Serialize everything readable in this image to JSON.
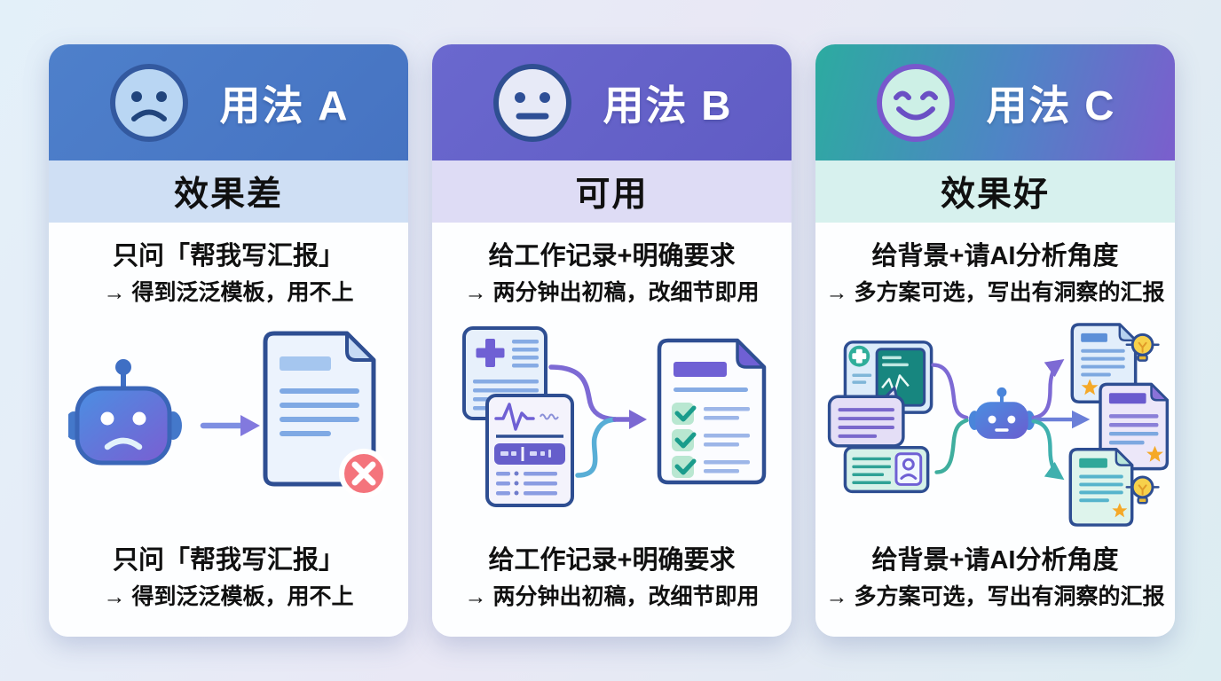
{
  "page": {
    "background_gradient": [
      "#e3f0f9",
      "#e9e8f5",
      "#dcedf2"
    ]
  },
  "cards": [
    {
      "id": "A",
      "title": "用法 A",
      "mood_icon": "sad-face-icon",
      "header_colors": [
        "#4e80cb",
        "#4673c2"
      ],
      "subtitle": "效果差",
      "subtitle_bg": "#cfdff4",
      "top_line1": "只问「帮我写汇报」",
      "top_line2": "→ 得到泛泛模板，用不上",
      "bottom_line1": "只问「帮我写汇报」",
      "bottom_line2": "→ 得到泛泛模板，用不上",
      "illustration_icons": [
        "sad-robot-icon",
        "arrow-right-icon",
        "report-document-icon",
        "error-x-icon"
      ],
      "accent_colors": {
        "error_badge": "#f4747c",
        "robot_gradient": [
          "#4b8fe2",
          "#7a5ed2"
        ]
      }
    },
    {
      "id": "B",
      "title": "用法 B",
      "mood_icon": "neutral-face-icon",
      "header_colors": [
        "#6a68ce",
        "#605cc4"
      ],
      "subtitle": "可用",
      "subtitle_bg": "#dedcf5",
      "top_line1": "给工作记录+明确要求",
      "top_line2": "→ 两分钟出初稿，改细节即用",
      "bottom_line1": "给工作记录+明确要求",
      "bottom_line2": "→ 两分钟出初稿，改细节即用",
      "illustration_icons": [
        "work-record-icon",
        "vitals-record-icon",
        "merge-arrow-icon",
        "checklist-document-icon"
      ],
      "accent_colors": {
        "check_green": "#1a9c8c",
        "table_purple": "#665ecb"
      }
    },
    {
      "id": "C",
      "title": "用法 C",
      "mood_icon": "happy-face-icon",
      "header_colors": [
        "#2caba0",
        "#7b5ecd"
      ],
      "subtitle": "效果好",
      "subtitle_bg": "#d7f1ee",
      "top_line1": "给背景+请AI分析角度",
      "top_line2": "→ 多方案可选，写出有洞察的汇报",
      "bottom_line1": "给背景+请AI分析角度",
      "bottom_line2": "→ 多方案可选，写出有洞察的汇报",
      "illustration_icons": [
        "records-stack-icon",
        "chat-bubble-icon",
        "profile-card-icon",
        "robot-icon",
        "branch-arrows-icon",
        "option-document-icon",
        "star-icon",
        "lightbulb-icon"
      ],
      "accent_colors": {
        "star": "#f5a928",
        "bulb": "#f7d14b",
        "teal": "#2fa89a"
      }
    }
  ]
}
